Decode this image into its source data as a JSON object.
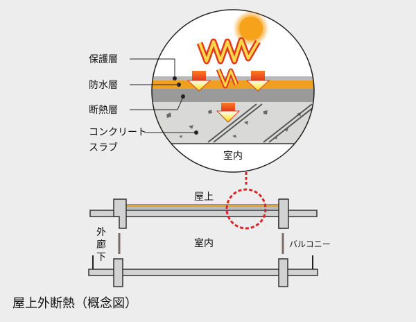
{
  "layers": {
    "protective": "保護層",
    "waterproof": "防水層",
    "insulation": "断熱層",
    "concrete_line1": "コンクリート",
    "concrete_line2": "スラブ"
  },
  "zoom_indoor": "室内",
  "section": {
    "rooftop": "屋上",
    "indoor": "室内",
    "corridor_1": "外",
    "corridor_2": "廊",
    "corridor_3": "下",
    "balcony": "バルコニー"
  },
  "caption": "屋上外断熱（概念図）",
  "colors": {
    "background": "#ededed",
    "sun": "#f7a21b",
    "waterproof": "#f0a020",
    "insulation": "#9b9b9b",
    "concrete": "#d8d8d6",
    "arrow_red": "#e03a1e",
    "highlight_circle": "#d9252a"
  }
}
